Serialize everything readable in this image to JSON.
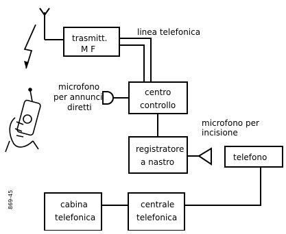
{
  "diagram": {
    "labels": {
      "transmitter": [
        "trasmitt.",
        "M F"
      ],
      "phone_line": "linea telefonica",
      "control_center": [
        "centro",
        "controllo"
      ],
      "announce_mic": [
        "microfono",
        "per annunci",
        "diretti"
      ],
      "recorder": [
        "registratore",
        "a nastro"
      ],
      "record_mic": [
        "microfono per",
        "incisione"
      ],
      "telephone": "telefono",
      "booth": [
        "cabina",
        "telefonica"
      ],
      "exchange": [
        "centrale",
        "telefonica"
      ],
      "figure_code": "869-45"
    },
    "icons": [
      "antenna-icon",
      "lightning-signal-icon",
      "handheld-radio-icon",
      "microphone-icon"
    ]
  }
}
